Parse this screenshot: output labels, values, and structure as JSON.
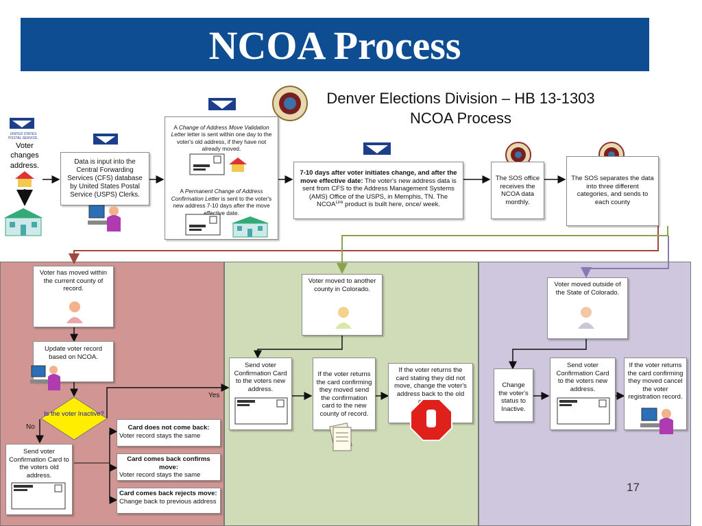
{
  "slide": {
    "title": "NCOA Process",
    "page_number": "17"
  },
  "diagram": {
    "title_line1": "Denver Elections Division – HB 13-1303",
    "title_line2": "NCOA Process",
    "usps_label": "UNITED STATES POSTAL SERVICE.",
    "voter_changes": "Voter changes address.",
    "cfs_box": "Data is input into the Central Forwarding Services (CFS) database by United States Postal Service (USPS) Clerks.",
    "letters": {
      "validation_italic": "Change of Address Move Validation Letter",
      "validation_prefix": "A ",
      "validation_rest": " letter is sent within one day to the voter's old address, if they have not already moved.",
      "permanent_prefix": "A ",
      "permanent_italic": "Permanent Change of Address Confirmation Letter",
      "permanent_rest": " is sent to the voter's new address 7-10 days after the move effective date."
    },
    "ncoa_box": {
      "bold": "7-10 days after voter initiates change, and after the move effective date:",
      "text": " The voter's new address data is sent from CFS to the Address Management Systems (AMS) Office of the USPS, in Memphis, TN. The NCOA",
      "sup": "Link",
      "text_end": " product is built here, once/ week."
    },
    "sos_receives": "The SOS office receives the NCOA data monthly.",
    "sos_separates": "The SOS separates the data into three different categories, and sends to each county",
    "red_panel": {
      "moved_within": "Voter has moved within the current county of record.",
      "update_record": "Update voter record based on NCOA.",
      "is_inactive": "Is the voter Inactive?",
      "yes": "Yes",
      "no": "No",
      "card_not_back_title": "Card does not come back:",
      "card_not_back_text": "Voter record stays the same",
      "card_confirms_title": "Card comes back confirms move:",
      "card_confirms_text": "Voter record stays the same",
      "card_rejects_title": "Card comes back rejects move:",
      "card_rejects_text": "Change back to previous address",
      "send_old": "Send voter Confirmation Card to the voters old address."
    },
    "green_panel": {
      "moved_colorado": "Voter moved to another county in Colorado.",
      "send_new": "Send voter Confirmation Card to the voters new address.",
      "returns_confirming": "If the voter returns the card confirming they moved send the confirmation card to the new county of record.",
      "returns_not_moved": "If the voter returns the card stating they did not move, change the voter's address back to the old address."
    },
    "purple_panel": {
      "moved_outside": "Voter moved outside of the State of Colorado.",
      "change_status": "Change the voter's status to Inactive.",
      "send_new": "Send voter Confirmation Card to the voters new address.",
      "returns_cancel": "If the voter returns the card confirming they moved cancel the voter registration record."
    }
  },
  "colors": {
    "banner": "#0f4d92",
    "red_panel": "#d19693",
    "green_panel": "#cfdcb7",
    "purple_panel": "#cfc7dd",
    "diamond": "#ffee00",
    "arrow_red": "#a0473f",
    "arrow_green": "#8aa24a",
    "arrow_purple": "#8a78b2"
  }
}
